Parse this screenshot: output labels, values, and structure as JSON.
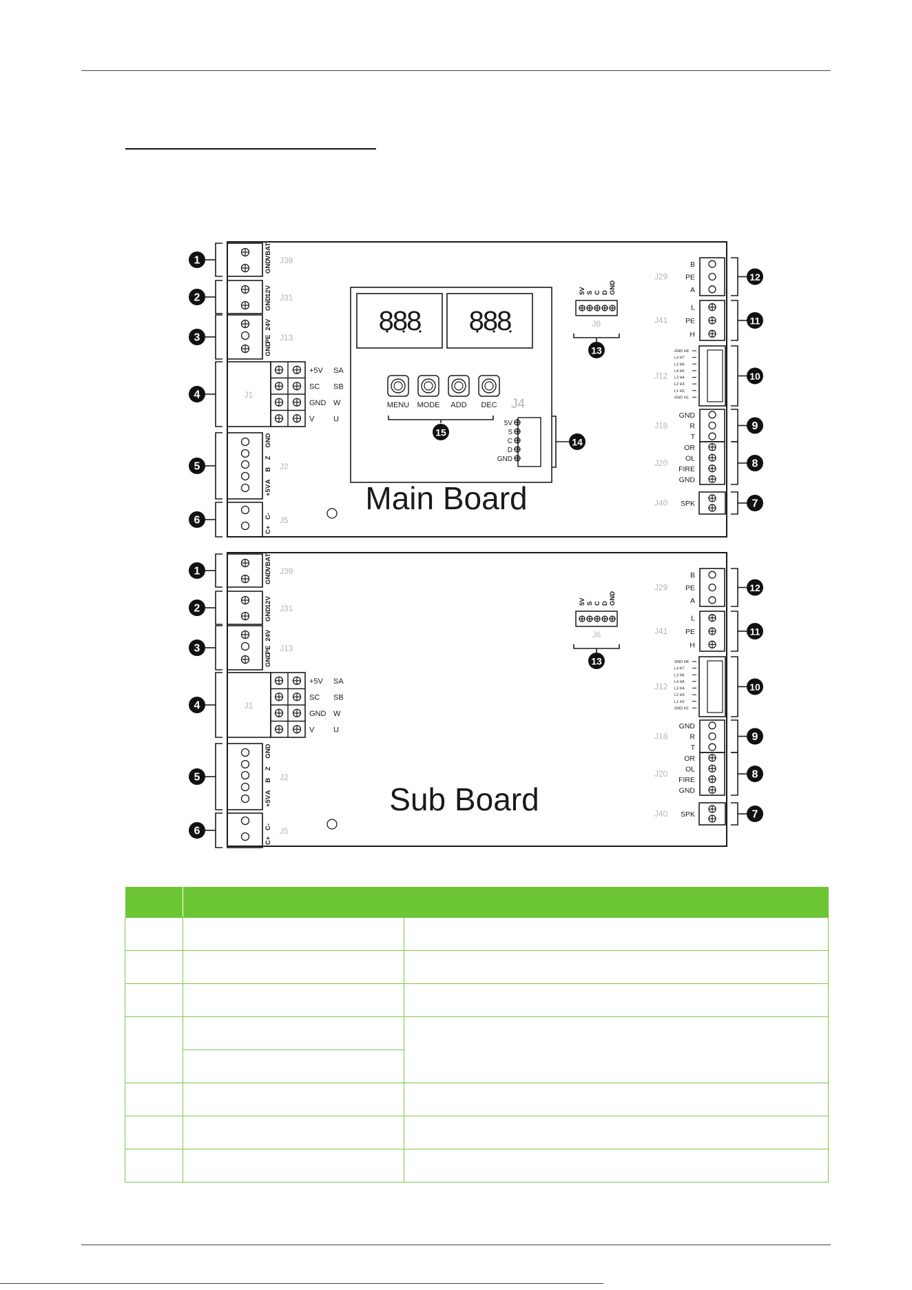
{
  "boards": [
    {
      "id": "main",
      "title": "Main Board",
      "left": [
        {
          "num": "1",
          "pins": [
            {
              "sym": "plus"
            },
            {
              "sym": "plus"
            }
          ],
          "labels": [
            "GND",
            "VBAT"
          ],
          "name": "J39"
        },
        {
          "num": "2",
          "pins": [
            {
              "sym": "plus"
            },
            {
              "sym": "plus"
            }
          ],
          "labels": [
            "GND",
            "12V"
          ],
          "name": "J31"
        },
        {
          "num": "3",
          "pins": [
            {
              "sym": "plus"
            },
            {
              "sym": "circle"
            },
            {
              "sym": "plus"
            }
          ],
          "labels": [
            "GND",
            "PE",
            "24V"
          ],
          "name": "J13"
        },
        {
          "num": "4",
          "name": "J1",
          "grid": [
            [
              "+5V",
              "SA"
            ],
            [
              "SC",
              "SB"
            ],
            [
              "GND",
              "W"
            ],
            [
              "V",
              "U"
            ]
          ]
        },
        {
          "num": "5",
          "pins": [
            {
              "sym": "circle"
            },
            {
              "sym": "circle"
            },
            {
              "sym": "circle"
            },
            {
              "sym": "circle"
            },
            {
              "sym": "circle"
            }
          ],
          "labels": [
            "+5V",
            "A",
            "B",
            "Z",
            "GND"
          ],
          "name": "J2"
        },
        {
          "num": "6",
          "pins": [
            {
              "sym": "circle"
            },
            {
              "sym": "circle"
            }
          ],
          "labels": [
            "C+",
            "C-"
          ],
          "name": "J5"
        }
      ],
      "right": [
        {
          "num": "12",
          "name": "J29",
          "labels": [
            "B",
            "PE",
            "A"
          ],
          "sym": "circle"
        },
        {
          "num": "11",
          "name": "J41",
          "labels": [
            "L",
            "PE",
            "H"
          ],
          "sym": "plus"
        },
        {
          "num": "10",
          "name": "J12",
          "mini": [
            "GND H8",
            "L4  H7",
            "L3  H6",
            "L4  H5",
            "L3  H4",
            "L2  H3",
            "L1  H2",
            "GND H1"
          ]
        },
        {
          "num": "9",
          "name": "J18",
          "labels": [
            "GND",
            "R",
            "T"
          ],
          "sym": "circle"
        },
        {
          "num": "8",
          "name": "J20",
          "labels": [
            "OR",
            "OL",
            "FIRE",
            "GND"
          ],
          "sym": "plus"
        },
        {
          "num": "7",
          "name": "J40",
          "labels": [
            "SPK"
          ],
          "sym": "plus"
        }
      ],
      "j6": {
        "num": "13",
        "name": "J6",
        "labels": [
          "5V",
          "S",
          "C",
          "D",
          "GND"
        ]
      },
      "panel": {
        "displays": [
          "888",
          "888"
        ],
        "buttons": [
          "MENU",
          "MODE",
          "ADD",
          "DEC"
        ],
        "buttons_num": "15",
        "j4": {
          "num": "14",
          "name": "J4",
          "labels": [
            "5V",
            "S",
            "C",
            "D",
            "GND"
          ]
        }
      }
    },
    {
      "id": "sub",
      "title": "Sub Board",
      "left": [
        {
          "num": "1",
          "pins": [
            {
              "sym": "plus"
            },
            {
              "sym": "plus"
            }
          ],
          "labels": [
            "GND",
            "VBAT"
          ],
          "name": "J39"
        },
        {
          "num": "2",
          "pins": [
            {
              "sym": "plus"
            },
            {
              "sym": "plus"
            }
          ],
          "labels": [
            "GND",
            "12V"
          ],
          "name": "J31"
        },
        {
          "num": "3",
          "pins": [
            {
              "sym": "plus"
            },
            {
              "sym": "circle"
            },
            {
              "sym": "plus"
            }
          ],
          "labels": [
            "GND",
            "PE",
            "24V"
          ],
          "name": "J13"
        },
        {
          "num": "4",
          "name": "J1",
          "grid": [
            [
              "+5V",
              "SA"
            ],
            [
              "SC",
              "SB"
            ],
            [
              "GND",
              "W"
            ],
            [
              "V",
              "U"
            ]
          ]
        },
        {
          "num": "5",
          "pins": [
            {
              "sym": "circle"
            },
            {
              "sym": "circle"
            },
            {
              "sym": "circle"
            },
            {
              "sym": "circle"
            },
            {
              "sym": "circle"
            }
          ],
          "labels": [
            "+5V",
            "A",
            "B",
            "Z",
            "GND"
          ],
          "name": "J2"
        },
        {
          "num": "6",
          "pins": [
            {
              "sym": "circle"
            },
            {
              "sym": "circle"
            }
          ],
          "labels": [
            "C+",
            "C-"
          ],
          "name": "J5"
        }
      ],
      "right": [
        {
          "num": "12",
          "name": "J29",
          "labels": [
            "B",
            "PE",
            "A"
          ],
          "sym": "circle"
        },
        {
          "num": "11",
          "name": "J41",
          "labels": [
            "L",
            "PE",
            "H"
          ],
          "sym": "plus"
        },
        {
          "num": "10",
          "name": "J12",
          "mini": [
            "GND H8",
            "L4  H7",
            "L3  H6",
            "L4  H5",
            "L3  H4",
            "L2  H3",
            "L1  H2",
            "GND H1"
          ]
        },
        {
          "num": "9",
          "name": "J18",
          "labels": [
            "GND",
            "R",
            "T"
          ],
          "sym": "circle"
        },
        {
          "num": "8",
          "name": "J20",
          "labels": [
            "OR",
            "OL",
            "FIRE",
            "GND"
          ],
          "sym": "plus"
        },
        {
          "num": "7",
          "name": "J40",
          "labels": [
            "SPK"
          ],
          "sym": "plus"
        }
      ],
      "j6": {
        "num": "13",
        "name": "J6",
        "labels": [
          "5V",
          "S",
          "C",
          "D",
          "GND"
        ]
      }
    }
  ],
  "colors": {
    "accent_green": "#6cc533",
    "table_border": "#7bc74a",
    "line": "#1a1a1a",
    "faint_label": "#b5b5b5"
  }
}
